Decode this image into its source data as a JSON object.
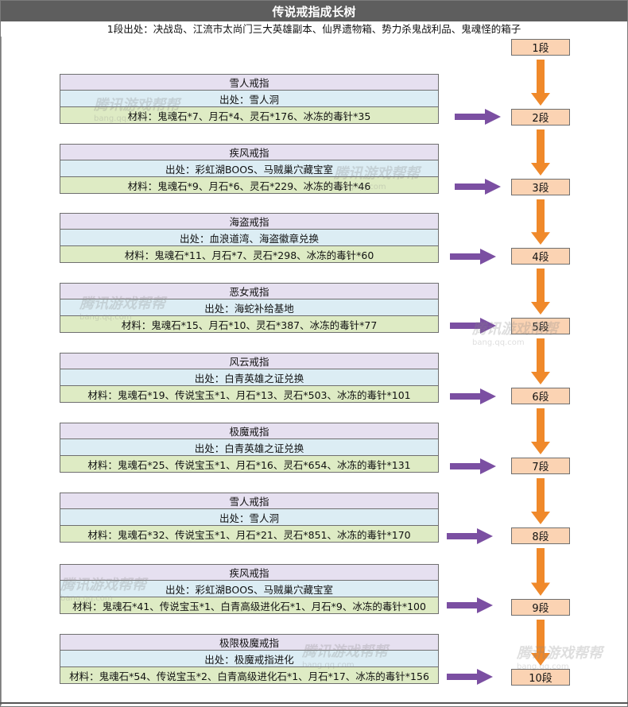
{
  "title": "传说戒指成长树",
  "sources_line": "1段出处：决战岛、江流市太尚门三大英雄副本、仙界遗物箱、势力杀鬼战利品、鬼魂怪的箱子",
  "stages": [
    "1段",
    "2段",
    "3段",
    "4段",
    "5段",
    "6段",
    "7段",
    "8段",
    "9段",
    "10段"
  ],
  "rings": [
    {
      "name": "雪人戒指",
      "source": "出处：雪人洞",
      "materials": "材料：鬼魂石*7、月石*4、灵石*176、冰冻的毒针*35"
    },
    {
      "name": "疾风戒指",
      "source": "出处：彩虹湖BOOS、马贼巢穴藏宝室",
      "materials": "材料：鬼魂石*9、月石*6、灵石*229、冰冻的毒针*46"
    },
    {
      "name": "海盗戒指",
      "source": "出处：血浪道湾、海盗徽章兑换",
      "materials": "材料：鬼魂石*11、月石*7、灵石*298、冰冻的毒针*60"
    },
    {
      "name": "恶女戒指",
      "source": "出处：海蛇补给基地",
      "materials": "材料：鬼魂石*15、月石*10、灵石*387、冰冻的毒针*77"
    },
    {
      "name": "风云戒指",
      "source": "出处：白青英雄之证兑换",
      "materials": "材料：鬼魂石*19、传说宝玉*1、月石*13、灵石*503、冰冻的毒针*101"
    },
    {
      "name": "极魔戒指",
      "source": "出处：白青英雄之证兑换",
      "materials": "材料：鬼魂石*25、传说宝玉*1、月石*16、灵石*654、冰冻的毒针*131"
    },
    {
      "name": "雪人戒指",
      "source": "出处：雪人洞",
      "materials": "材料：鬼魂石*32、传说宝玉*1、月石*21、灵石*851、冰冻的毒针*170"
    },
    {
      "name": "疾风戒指",
      "source": "出处：彩虹湖BOOS、马贼巢穴藏宝室",
      "materials": "材料：鬼魂石*41、传说宝玉*1、白青高级进化石*1、月石*9、冰冻的毒针*100"
    },
    {
      "name": "极限极魔戒指",
      "source": "出处：极魔戒指进化",
      "materials": "材料：鬼魂石*54、传说宝玉*2、白青高级进化石*1、月石*17、冰冻的毒针*156"
    }
  ],
  "watermark": {
    "text": "腾讯游戏帮帮",
    "url": "bang.qq.com"
  },
  "colors": {
    "title_bar": "#5e5e5e",
    "name_row": "#e6e0f0",
    "source_row": "#dcedf4",
    "materials_row": "#deebc4",
    "stage_box": "#fbd3b3",
    "purple_arrow": "#7b4fa2",
    "orange_arrow": "#f0892a"
  }
}
